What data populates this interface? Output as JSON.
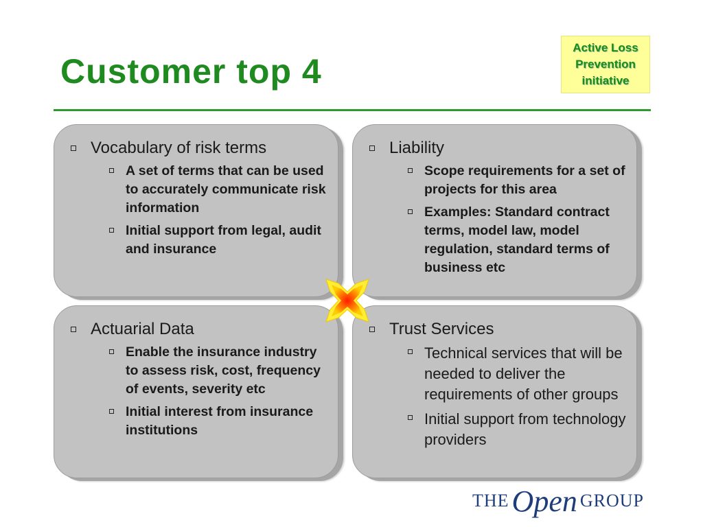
{
  "slide": {
    "title": "Customer top 4",
    "badge_lines": [
      "Active Loss",
      "Prevention",
      "initiative"
    ]
  },
  "boxes": [
    {
      "heading": "Vocabulary of risk terms",
      "items": [
        "A set of terms that can be used to accurately communicate risk information",
        "Initial support from legal, audit and insurance"
      ]
    },
    {
      "heading": "Liability",
      "items": [
        "Scope requirements for a set of projects for this area",
        "Examples: Standard contract terms, model law, model regulation, standard terms of business etc"
      ]
    },
    {
      "heading": "Actuarial Data",
      "items": [
        "Enable the insurance industry to assess risk, cost, frequency of events, severity etc",
        "Initial interest from insurance institutions"
      ]
    },
    {
      "heading": "Trust Services",
      "items": [
        "Technical services that will be needed to deliver the requirements of other groups",
        "Initial support from technology providers"
      ]
    }
  ],
  "logo": {
    "the": "THE",
    "open": "Open",
    "group": "GROUP",
    "color": "#1f3d7a"
  },
  "colors": {
    "title": "#1f8a1f",
    "rule": "#2e9a2e",
    "badge_bg": "#ffff99",
    "box_bg": "#c2c2c2"
  }
}
